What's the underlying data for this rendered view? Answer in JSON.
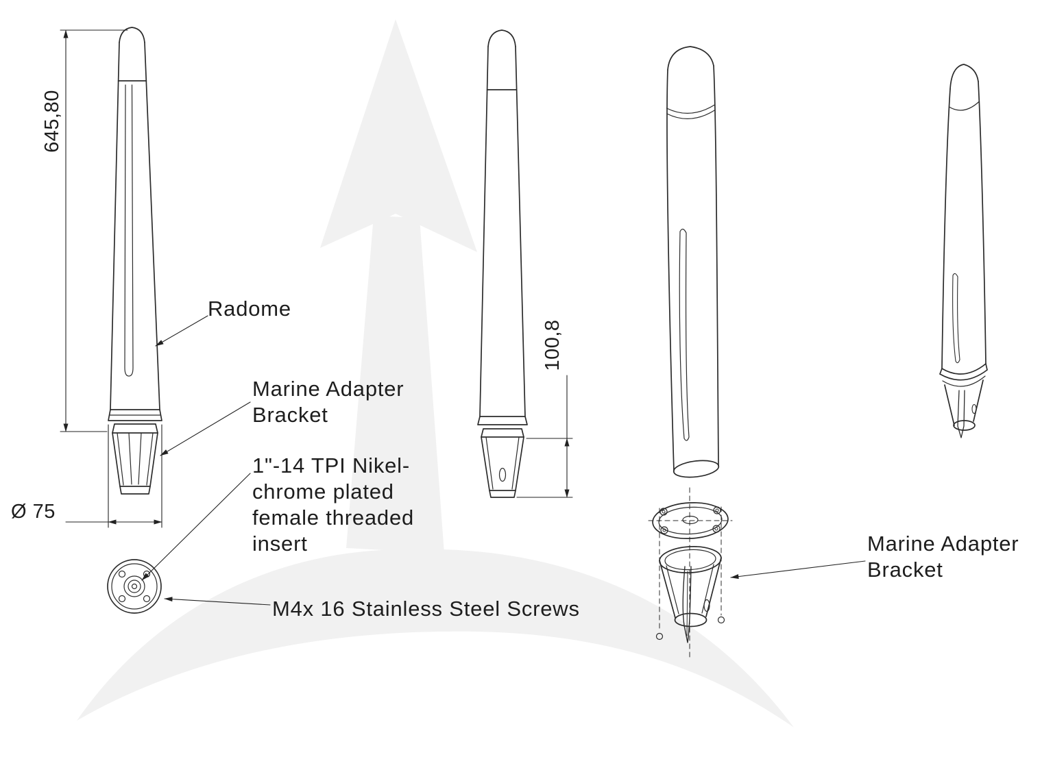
{
  "drawing": {
    "dimensions": {
      "overall_height": "645,80",
      "base_diameter": "Ø 75",
      "bracket_height": "100,8"
    },
    "callouts": {
      "radome": "Radome",
      "marine_adapter_bracket_left": {
        "line1": "Marine Adapter",
        "line2": "Bracket"
      },
      "threaded_insert": {
        "line1": "1\"-14 TPI Nikel-",
        "line2": "chrome plated",
        "line3": "female threaded",
        "line4": "insert"
      },
      "screws": "M4x 16 Stainless Steel Screws",
      "marine_adapter_bracket_right": {
        "line1": "Marine Adapter",
        "line2": "Bracket"
      }
    },
    "colors": {
      "line": "#2b2b2b",
      "watermark": "#f1f1f1",
      "background": "#ffffff"
    }
  }
}
